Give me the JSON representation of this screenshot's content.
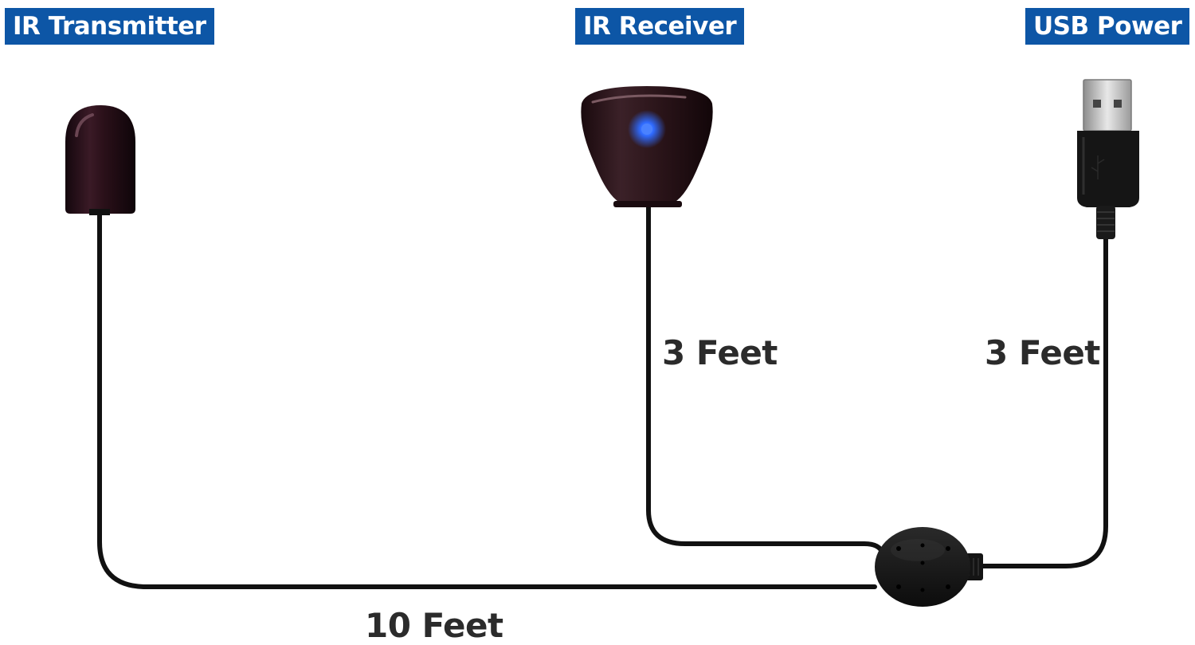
{
  "labels": {
    "transmitter": "IR Transmitter",
    "receiver": "IR Receiver",
    "usb_power": "USB Power"
  },
  "cable_lengths": {
    "receiver": "3 Feet",
    "usb_power": "3 Feet",
    "transmitter": "10 Feet"
  },
  "colors": {
    "label_background": "#0d56a6",
    "label_text": "#ffffff",
    "length_text": "#2b2b2b",
    "cable": "#111111",
    "receiver_led": "#2f6bff"
  }
}
